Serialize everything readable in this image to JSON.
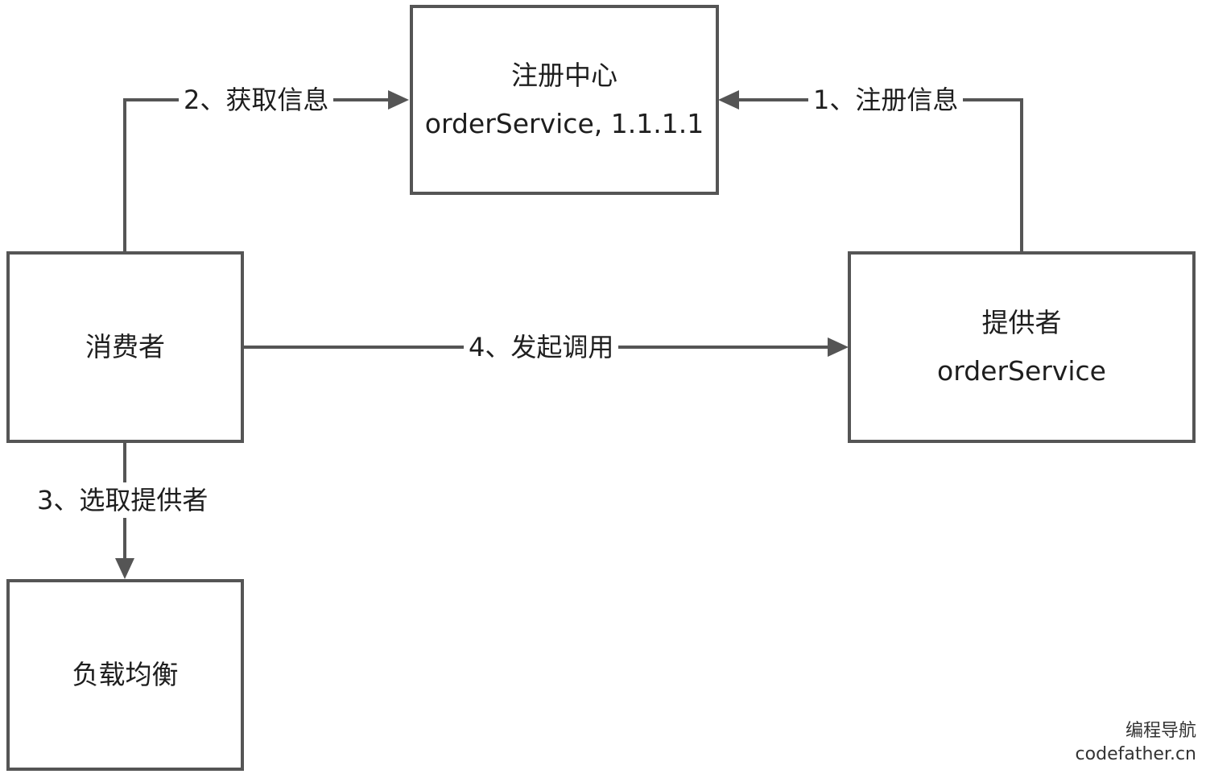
{
  "colors": {
    "stroke": "#555555",
    "text": "#1e1e1e",
    "background": "#ffffff"
  },
  "nodes": {
    "registry": {
      "line1": "注册中心",
      "line2": "orderService, 1.1.1.1"
    },
    "consumer": {
      "line1": "消费者"
    },
    "provider": {
      "line1": "提供者",
      "line2": "orderService"
    },
    "load_balancer": {
      "line1": "负载均衡"
    }
  },
  "edges": {
    "register_info": {
      "label": "1、注册信息",
      "from": "provider",
      "to": "registry"
    },
    "fetch_info": {
      "label": "2、获取信息",
      "from": "consumer",
      "to": "registry"
    },
    "select_provider": {
      "label": "3、选取提供者",
      "from": "consumer",
      "to": "load_balancer"
    },
    "invoke": {
      "label": "4、发起调用",
      "from": "consumer",
      "to": "provider"
    }
  },
  "watermark": {
    "line1": "编程导航",
    "line2": "codefather.cn"
  }
}
